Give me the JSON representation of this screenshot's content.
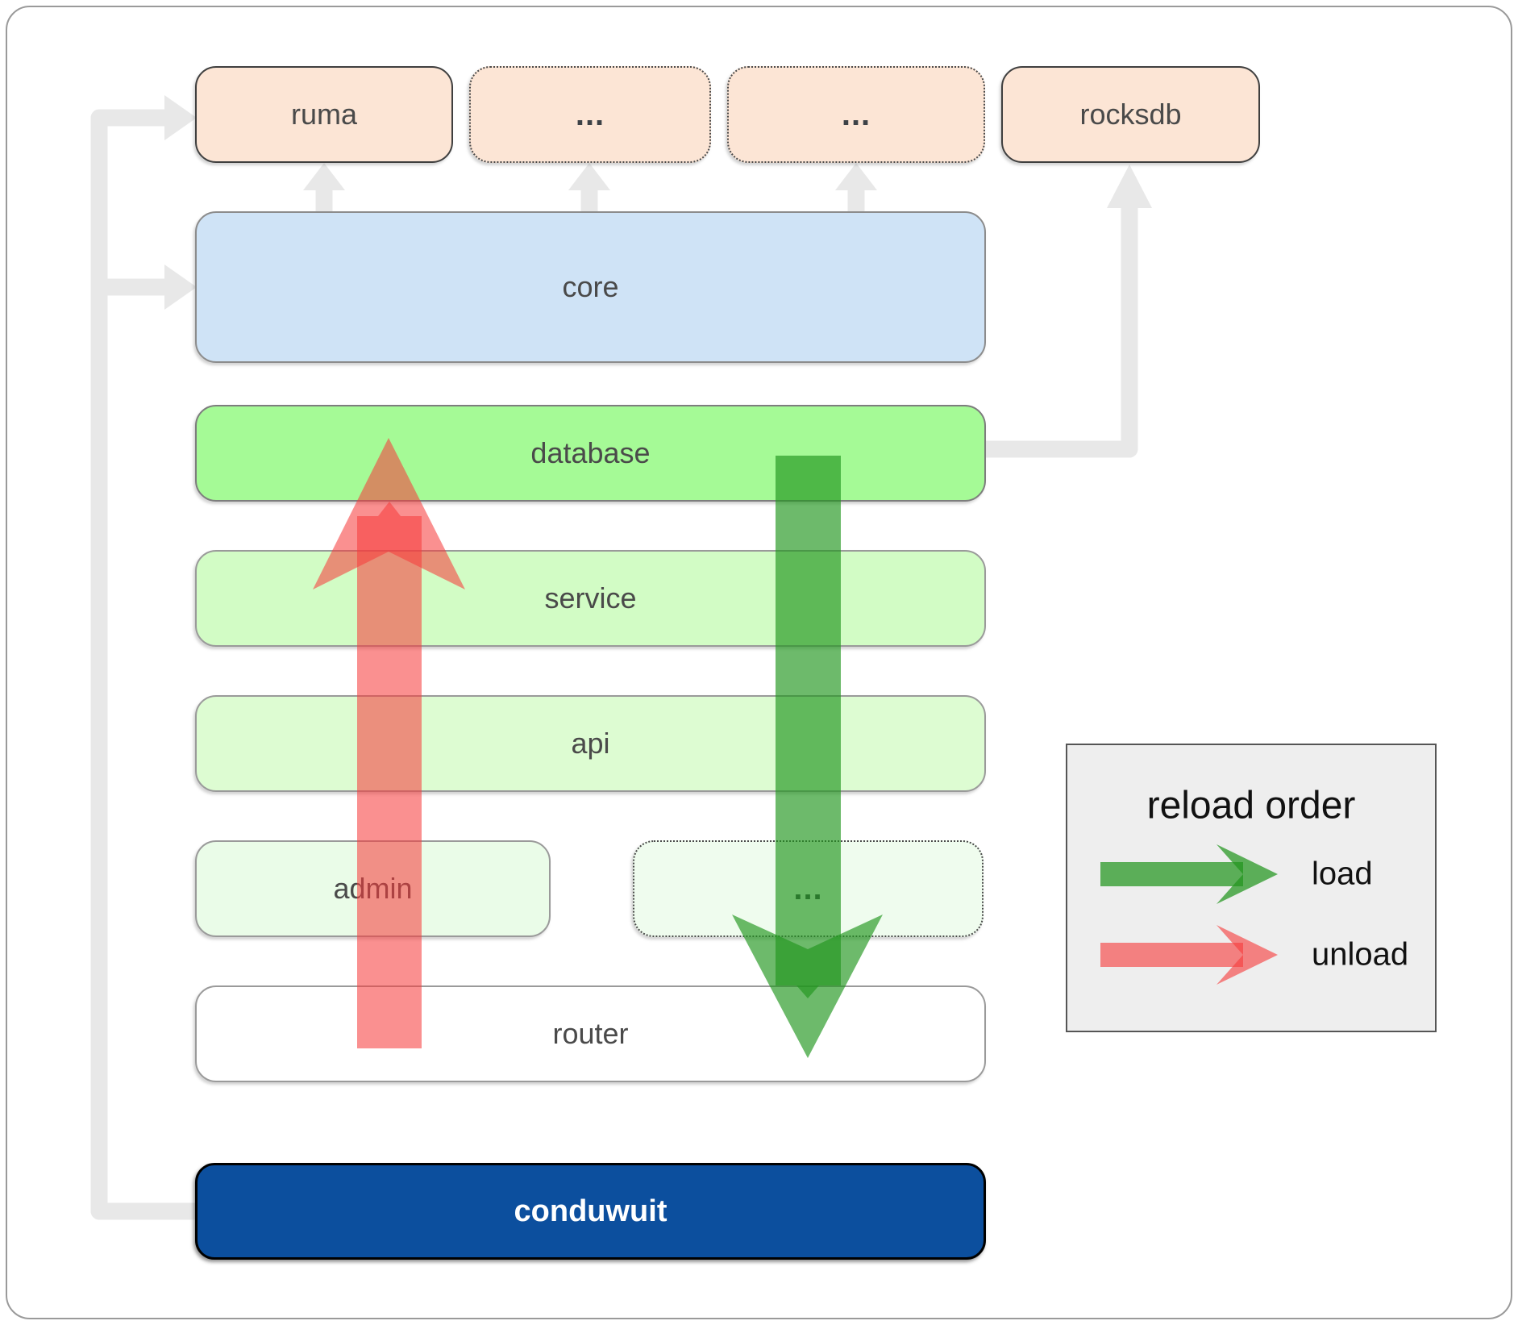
{
  "boxes": {
    "ruma": {
      "label": "ruma"
    },
    "dots_top_1": {
      "label": "..."
    },
    "dots_top_2": {
      "label": "..."
    },
    "rocksdb": {
      "label": "rocksdb"
    },
    "core": {
      "label": "core"
    },
    "database": {
      "label": "database"
    },
    "service": {
      "label": "service"
    },
    "api": {
      "label": "api"
    },
    "admin": {
      "label": "admin"
    },
    "dots_admin_row": {
      "label": "..."
    },
    "router": {
      "label": "router"
    },
    "conduwuit": {
      "label": "conduwuit"
    }
  },
  "legend": {
    "title": "reload order",
    "items": [
      {
        "label": "load",
        "color": "#22961e"
      },
      {
        "label": "unload",
        "color": "#f63c3c"
      }
    ]
  },
  "colors": {
    "peach_fill": "#fce5d5",
    "core_fill": "#cfe3f6",
    "database_fill": "#a5fa96",
    "service_fill": "#d2fcc5",
    "api_fill": "#ddfcd2",
    "admin_fill": "#eafce8",
    "router_fill": "#ffffff",
    "conduwuit_fill": "#0c4f9e",
    "load_arrow": "#22961e",
    "unload_arrow": "#f63c3c",
    "connector": "#e8e8e8",
    "legend_bg": "#eeeeee"
  }
}
